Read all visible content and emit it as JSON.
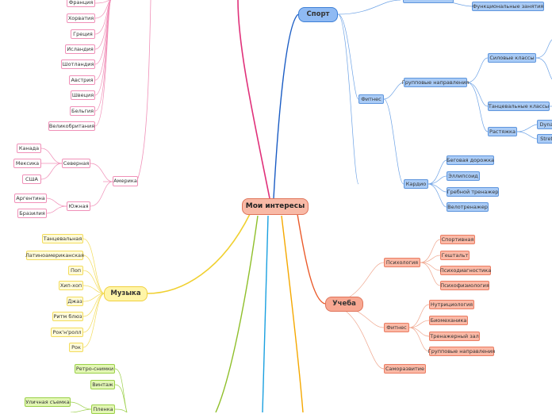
{
  "root": "Мои интересы",
  "travel": {
    "countries": [
      "Франция",
      "Хорватия",
      "Греция",
      "Исландия",
      "Шотландия",
      "Австрия",
      "Швеция",
      "Бельгия",
      "Великобритания"
    ],
    "america": "Америка",
    "north": "Северная",
    "north_items": [
      "Канада",
      "Мексика",
      "США"
    ],
    "south": "Южная",
    "south_items": [
      "Аргентина",
      "Бразилия"
    ]
  },
  "music": {
    "label": "Музыка",
    "items": [
      "Танцевальная",
      "Латиноамериканская",
      "Поп",
      "Хип-хоп",
      "Джаз",
      "Ритм блюз",
      "Рок'н'ролл",
      "Рок"
    ]
  },
  "photo": {
    "items": [
      "Ретро-снимки",
      "Винтаж",
      "Пленка",
      "Уличная съемка"
    ]
  },
  "sport": {
    "label": "Спорт",
    "functional": "Функциональные занятия",
    "fitness": "Фитнес",
    "group": "Групповые направления",
    "group_items": [
      "Силовые классы",
      "Танцевальные классы",
      "Растяжка"
    ],
    "stretch_items": [
      "Dyna",
      "Stret"
    ],
    "cardio": "Кардио",
    "cardio_items": [
      "Беговая дорожка",
      "Эллипсоид",
      "Гребной тренажер",
      "Велотренажер"
    ]
  },
  "study": {
    "label": "Учеба",
    "psychology": "Психология",
    "psychology_items": [
      "Спортивная",
      "Гештальт",
      "Психодиагностика",
      "Психофизиология"
    ],
    "fitness": "Фитнес",
    "fitness_items": [
      "Нутрициология",
      "Биомеханика",
      "Тренажерный зал",
      "Групповые направления"
    ],
    "self": "Саморазвитие"
  }
}
